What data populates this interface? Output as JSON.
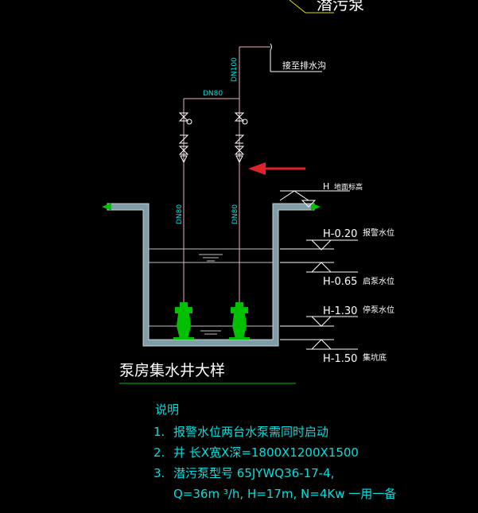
{
  "drawing": {
    "top_label": "潜污泵",
    "outlet_label": "接至排水沟",
    "pipe_dn100": "DN100",
    "pipe_dn80_h": "DN80",
    "pipe_dn80_left": "DN80",
    "pipe_dn80_right": "DN80",
    "floor_level": "H",
    "floor_level_name": "地面标高",
    "levels": [
      {
        "value": "H-0.20",
        "name": "报警水位"
      },
      {
        "value": "H-0.65",
        "name": "启泵水位"
      },
      {
        "value": "H-1.30",
        "name": "停泵水位"
      },
      {
        "value": "H-1.50",
        "name": "集坑底"
      }
    ],
    "title": "泵房集水井大样"
  },
  "notes": {
    "heading": "说明",
    "items": [
      {
        "num": "1.",
        "text": "报警水位两台水泵需同时启动"
      },
      {
        "num": "2.",
        "text": "井 长X宽X深=1800X1200X1500"
      },
      {
        "num": "3.",
        "text": "潜污泵型号  65JYWQ36-17-4,"
      }
    ],
    "spec_line": "Q=36m    ³/h, H=17m, N=4Kw  一用一备"
  },
  "colors": {
    "line_white": "#ffffff",
    "line_cyan": "#00e0e0",
    "wall_fill": "#7f9ea8",
    "pump_green": "#00c000",
    "arrow_red": "#e0202a",
    "pipe_pink": "#f0b0c0"
  }
}
